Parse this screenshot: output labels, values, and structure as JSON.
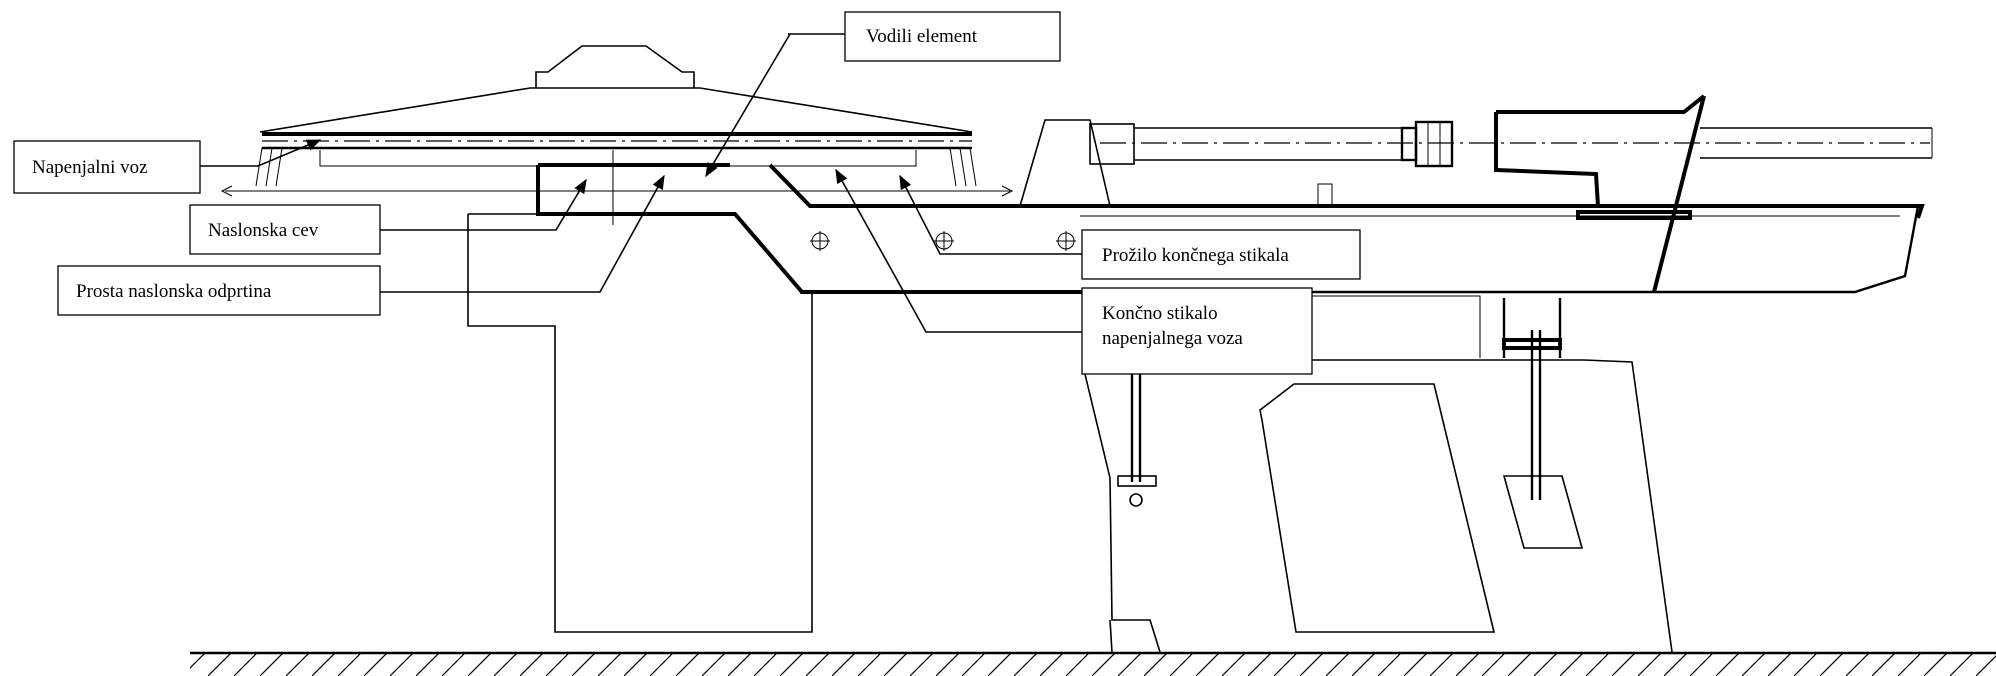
{
  "labels": {
    "vodilni_element": "Vodili element",
    "napenjalni_voz": "Napenjalni voz",
    "naslonska_cev": "Naslonska cev",
    "prosta_odprtina": "Prosta naslonska odprtina",
    "prozilo": "Prožilo končnega stikala",
    "koncno_stikalo_line1": "Končno stikalo",
    "koncno_stikalo_line2": "napenjalnega voza"
  },
  "colors": {
    "line": "#000000",
    "background": "#ffffff"
  }
}
